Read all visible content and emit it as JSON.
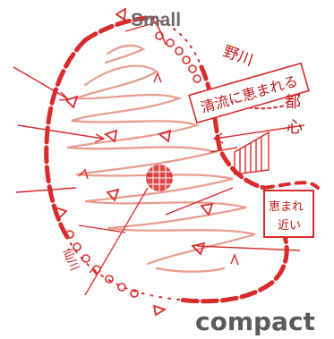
{
  "labels": {
    "top_word": "Small",
    "bottom_word": "compact",
    "river_top": "野川",
    "banner": "清流に恵まれる",
    "city_center": [
      "都",
      "心"
    ],
    "box_lines": [
      "恵まれ",
      "近い"
    ],
    "river_left": "仙川"
  },
  "colors": {
    "ink_red": "#d92b2b",
    "light_red": "#e89b90",
    "grey_text": "#6a6a6a",
    "dark_text": "#2a2a2a"
  }
}
